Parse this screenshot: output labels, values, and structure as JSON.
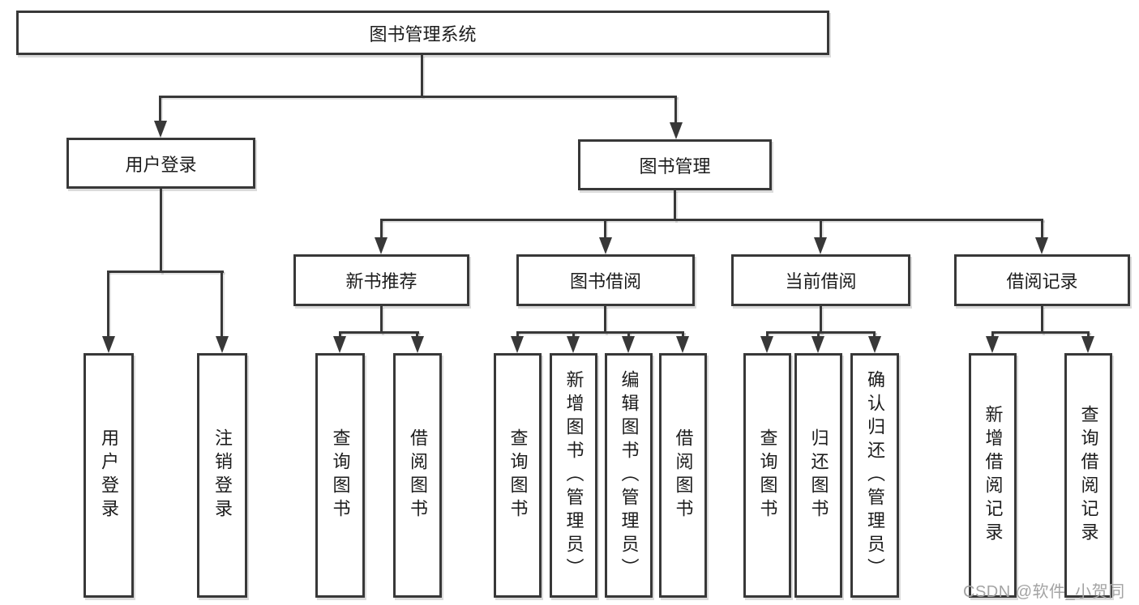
{
  "tree": {
    "root": "图书管理系统",
    "user_login": "用户登录",
    "book_mgmt": "图书管理",
    "new_books": "新书推荐",
    "book_borrow": "图书借阅",
    "current_borrow": "当前借阅",
    "borrow_records": "借阅记录",
    "leaf_user_login": "用户登录",
    "leaf_logout": "注销登录",
    "nb_query_books": "查询图书",
    "nb_borrow_books": "借阅图书",
    "bb_query_books": "查询图书",
    "bb_add_books": "新增图书（管理员）",
    "bb_edit_books": "编辑图书（管理员）",
    "bb_borrow_books": "借阅图书",
    "cb_query_books": "查询图书",
    "cb_return_books": "归还图书",
    "cb_confirm_return": "确认归还（管理员）",
    "br_add_record": "新增借阅记录",
    "br_query_record": "查询借阅记录"
  },
  "watermark": "CSDN @软件_小贺同学",
  "colors": {
    "line": "#383838",
    "text": "#1c1c1c",
    "watermark": "#a3a3a3",
    "background": "#ffffff"
  }
}
